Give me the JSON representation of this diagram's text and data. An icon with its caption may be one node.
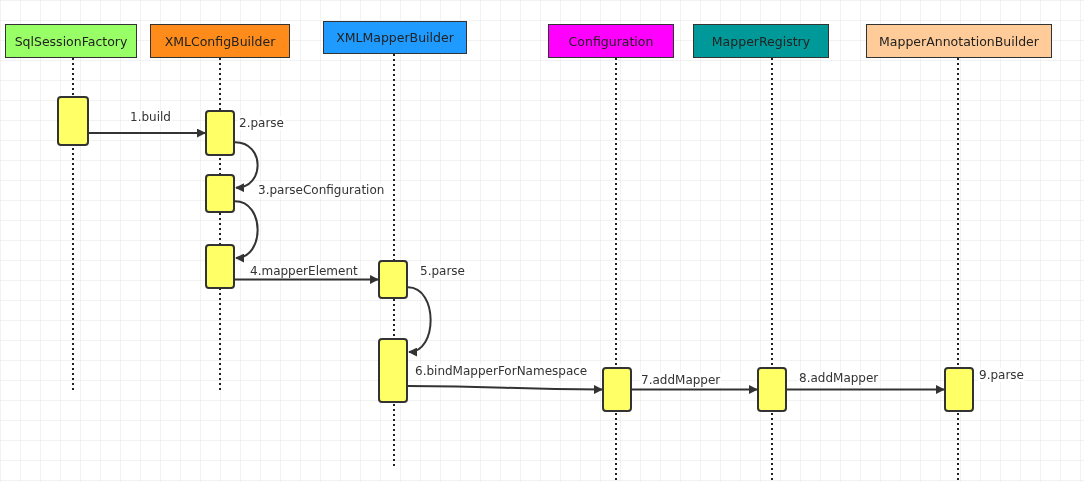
{
  "diagram": {
    "nodes": [
      {
        "text": [
          "SqlSessionFactory"
        ]
      },
      {
        "text": [
          "XMLConfigBuilder"
        ]
      },
      {
        "text": [
          "XMLMapperBuilder"
        ]
      },
      {
        "text": [
          "Configuration"
        ]
      },
      {
        "text": [
          "MapperRegistry"
        ]
      },
      {
        "text": [
          "MapperAnnotationBuilder"
        ]
      },
      {
        "text": [],
        "shape": "box"
      },
      {
        "text": [],
        "shape": "box"
      },
      {
        "text": [],
        "shape": "box"
      },
      {
        "text": [],
        "shape": "box"
      },
      {
        "text": [],
        "shape": "box"
      },
      {
        "text": [],
        "shape": "box"
      },
      {
        "text": [],
        "shape": "box"
      },
      {
        "text": [],
        "shape": "box"
      },
      {
        "text": [],
        "shape": "box",
        "beside": [
          "9.parse"
        ]
      }
    ],
    "edges": [
      {
        "from": 6,
        "to": 7,
        "arrow": "to",
        "label": "1.build"
      },
      {
        "from": 7,
        "to": 8,
        "arrow": "to",
        "label": "2.parse"
      },
      {
        "from": 8,
        "to": 9,
        "arrow": "to",
        "label": "3.parseConfiguration"
      },
      {
        "from": 9,
        "to": 10,
        "arrow": "to",
        "label": "4.mapperElement"
      },
      {
        "from": 10,
        "to": 11,
        "arrow": "to",
        "label": "5.parse"
      },
      {
        "from": 11,
        "to": 12,
        "arrow": "to",
        "label": "6.bindMapperForNamespace"
      },
      {
        "from": 12,
        "to": 13,
        "arrow": "to",
        "label": "7.addMapper"
      },
      {
        "from": 13,
        "to": 14,
        "arrow": "to",
        "label": "8.addMapper"
      }
    ]
  }
}
